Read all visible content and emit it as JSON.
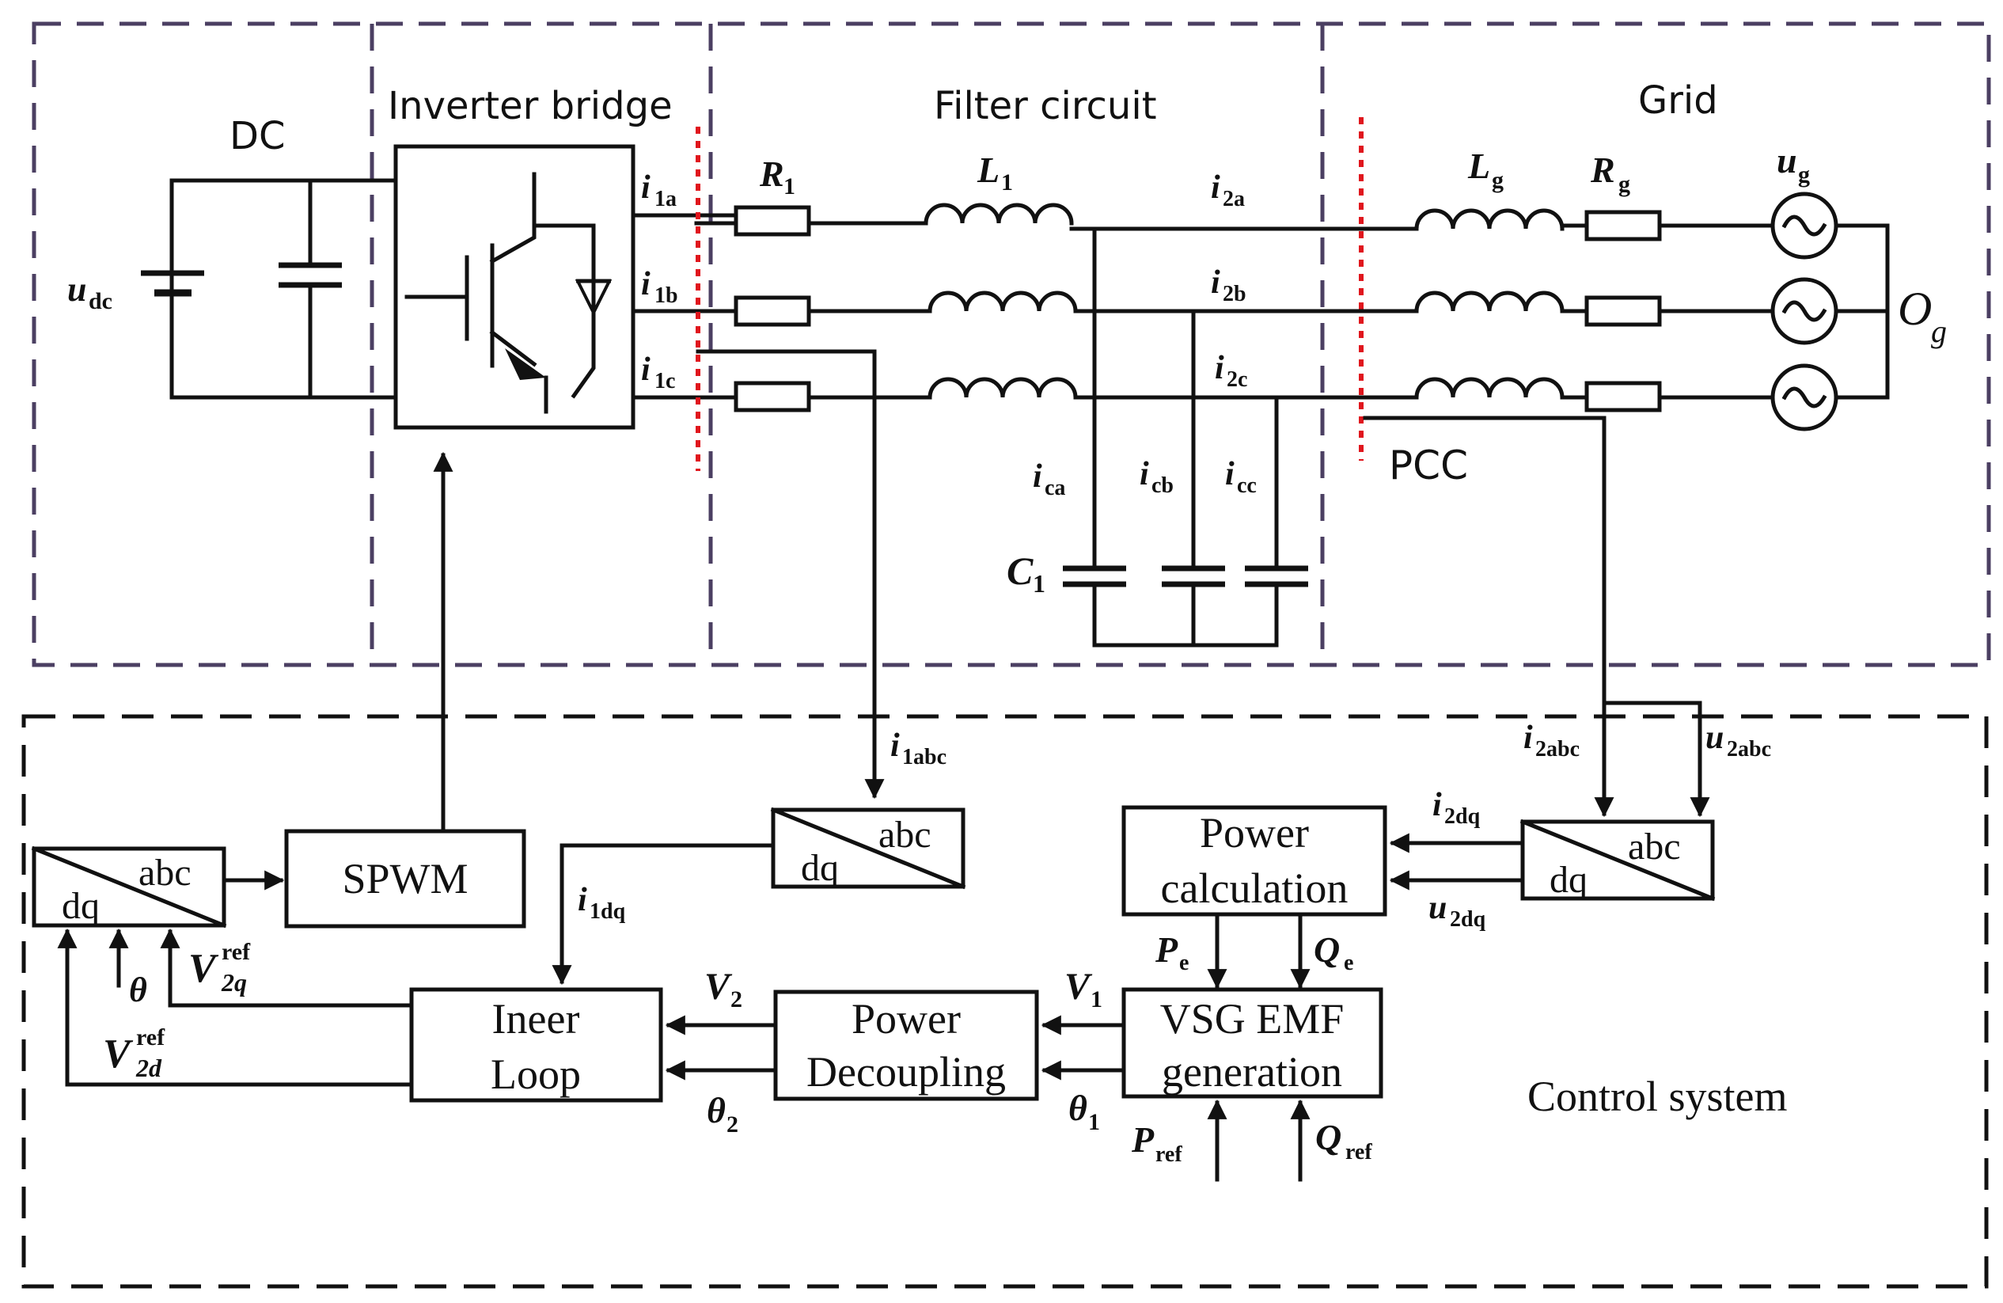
{
  "regions": {
    "dc": "DC",
    "inverter": "Inverter bridge",
    "filter": "Filter circuit",
    "grid": "Grid",
    "control": "Control system"
  },
  "labels": {
    "udc": "u",
    "udc_sub": "dc",
    "i1a": "i",
    "i1a_sub": "1a",
    "i1b": "i",
    "i1b_sub": "1b",
    "i1c": "i",
    "i1c_sub": "1c",
    "R1": "R",
    "R1_sub": "1",
    "L1": "L",
    "L1_sub": "1",
    "i2a": "i",
    "i2a_sub": "2a",
    "i2b": "i",
    "i2b_sub": "2b",
    "i2c": "i",
    "i2c_sub": "2c",
    "ica": "i",
    "ica_sub": "ca",
    "icb": "i",
    "icb_sub": "cb",
    "icc": "i",
    "icc_sub": "cc",
    "C1": "C",
    "C1_sub": "1",
    "Lg": "L",
    "Lg_sub": "g",
    "Rg": "R",
    "Rg_sub": "g",
    "ug": "u",
    "ug_sub": "g",
    "Og": "O",
    "Og_sub": "g",
    "pcc": "PCC",
    "i1abc": "i",
    "i1abc_sub": "1abc",
    "i2abc": "i",
    "i2abc_sub": "2abc",
    "u2abc": "u",
    "u2abc_sub": "2abc",
    "i2dq": "i",
    "i2dq_sub": "2dq",
    "u2dq": "u",
    "u2dq_sub": "2dq",
    "i1dq": "i",
    "i1dq_sub": "1dq",
    "Pe": "P",
    "Pe_sub": "e",
    "Qe": "Q",
    "Qe_sub": "e",
    "V1": "V",
    "V1_sub": "1",
    "theta1": "θ",
    "theta1_sub": "1",
    "V2": "V",
    "V2_sub": "2",
    "theta2": "θ",
    "theta2_sub": "2",
    "Pref": "P",
    "Pref_sub": "ref",
    "Qref": "Q",
    "Qref_sub": "ref",
    "theta": "θ",
    "V2q": "V",
    "V2q_sub": "2q",
    "V2q_sup": "ref",
    "V2d": "V",
    "V2d_sub": "2d",
    "V2d_sup": "ref"
  },
  "blocks": {
    "spwm": "SPWM",
    "transform_left_abc": "abc",
    "transform_left_dq": "dq",
    "transform_mid_abc": "abc",
    "transform_mid_dq": "dq",
    "transform_right_abc": "abc",
    "transform_right_dq": "dq",
    "power_calc_line1": "Power",
    "power_calc_line2": "calculation",
    "vsg_line1": "VSG EMF",
    "vsg_line2": "generation",
    "decoupling_line1": "Power",
    "decoupling_line2": "Decoupling",
    "inner_line1": "Ineer",
    "inner_line2": "Loop"
  },
  "colors": {
    "region_border": "#4b3f62",
    "separator": "#e0161d",
    "wire": "#111111"
  }
}
